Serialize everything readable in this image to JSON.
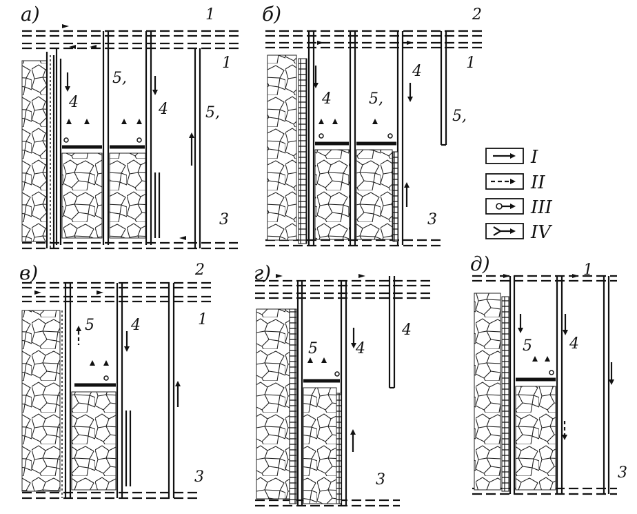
{
  "panels": [
    {
      "id": "a",
      "letter": "а)",
      "labels": [
        "1",
        "1",
        "5,",
        "4",
        "4",
        "5,",
        "3"
      ]
    },
    {
      "id": "b",
      "letter": "б)",
      "labels": [
        "2",
        "1",
        "4",
        "5,",
        "4",
        "5,",
        "3"
      ]
    },
    {
      "id": "v",
      "letter": "в)",
      "labels": [
        "2",
        "1",
        "5",
        "4",
        "3"
      ]
    },
    {
      "id": "g",
      "letter": "г)",
      "labels": [
        "5",
        "4",
        "4",
        "3"
      ]
    },
    {
      "id": "d",
      "letter": "д)",
      "labels": [
        "1",
        "5",
        "4",
        "3"
      ]
    }
  ],
  "legend": [
    {
      "symbol": "solid-arrow",
      "label": "I"
    },
    {
      "symbol": "dash-arrow",
      "label": "II"
    },
    {
      "symbol": "circle-arrow",
      "label": "III"
    },
    {
      "symbol": "fork-arrow",
      "label": "IV"
    }
  ]
}
